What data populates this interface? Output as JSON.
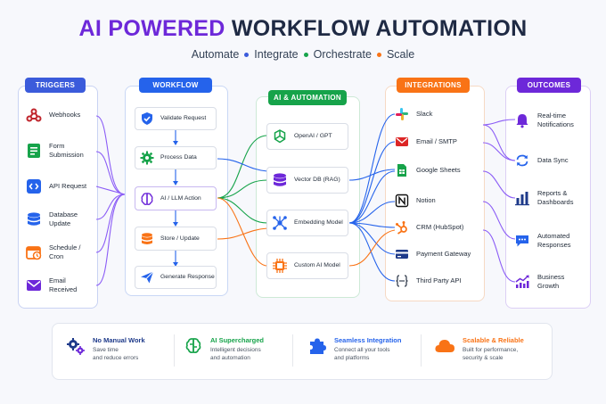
{
  "title": {
    "highlight": "AI POWERED",
    "rest": "WORKFLOW AUTOMATION"
  },
  "subtitle": [
    "Automate",
    "Integrate",
    "Orchestrate",
    "Scale"
  ],
  "colors": {
    "triggers": "#3b5bdb",
    "workflow": "#2563eb",
    "ai": "#16a34a",
    "integrations": "#f97316",
    "outcomes": "#6d28d9",
    "dots": [
      "#3b5bdb",
      "#16a34a",
      "#f97316"
    ]
  },
  "triggers": {
    "header": "TRIGGERS",
    "items": [
      {
        "label": "Webhooks",
        "icon": "webhook-icon"
      },
      {
        "label": "Form\nSubmission",
        "icon": "form-icon"
      },
      {
        "label": "API Request",
        "icon": "code-icon"
      },
      {
        "label": "Database\nUpdate",
        "icon": "database-icon"
      },
      {
        "label": "Schedule /\nCron",
        "icon": "calendar-icon"
      },
      {
        "label": "Email\nReceived",
        "icon": "email-icon"
      }
    ]
  },
  "workflow": {
    "header": "WORKFLOW",
    "items": [
      {
        "label": "Validate Request",
        "icon": "shield-check-icon"
      },
      {
        "label": "Process Data",
        "icon": "gear-icon"
      },
      {
        "label": "AI / LLM Action",
        "icon": "brain-icon"
      },
      {
        "label": "Store / Update",
        "icon": "database-icon"
      },
      {
        "label": "Generate Response",
        "icon": "paper-plane-icon"
      }
    ]
  },
  "ai": {
    "header": "AI & AUTOMATION",
    "items": [
      {
        "label": "OpenAI / GPT",
        "icon": "openai-icon"
      },
      {
        "label": "Vector DB (RAG)",
        "icon": "database-icon"
      },
      {
        "label": "Embedding Model",
        "icon": "network-icon"
      },
      {
        "label": "Custom AI Model",
        "icon": "chip-icon"
      }
    ]
  },
  "integrations": {
    "header": "INTEGRATIONS",
    "items": [
      {
        "label": "Slack",
        "icon": "slack-icon"
      },
      {
        "label": "Email / SMTP",
        "icon": "email-icon"
      },
      {
        "label": "Google Sheets",
        "icon": "sheets-icon"
      },
      {
        "label": "Notion",
        "icon": "notion-icon"
      },
      {
        "label": "CRM (HubSpot)",
        "icon": "hubspot-icon"
      },
      {
        "label": "Payment Gateway",
        "icon": "credit-card-icon"
      },
      {
        "label": "Third Party API",
        "icon": "braces-icon"
      }
    ]
  },
  "outcomes": {
    "header": "OUTCOMES",
    "items": [
      {
        "label": "Real-time\nNotifications",
        "icon": "bell-icon"
      },
      {
        "label": "Data Sync",
        "icon": "sync-icon"
      },
      {
        "label": "Reports &\nDashboards",
        "icon": "bar-chart-icon"
      },
      {
        "label": "Automated\nResponses",
        "icon": "chat-icon"
      },
      {
        "label": "Business\nGrowth",
        "icon": "growth-icon"
      }
    ]
  },
  "features": [
    {
      "title": "No Manual Work",
      "desc": "Save time\nand reduce errors",
      "icon": "gears-icon",
      "color": "#1e3a8a"
    },
    {
      "title": "AI Supercharged",
      "desc": "Intelligent decisions\nand automation",
      "icon": "ai-brain-icon",
      "color": "#16a34a"
    },
    {
      "title": "Seamless Integration",
      "desc": "Connect all your tools\nand platforms",
      "icon": "puzzle-icon",
      "color": "#2563eb"
    },
    {
      "title": "Scalable & Reliable",
      "desc": "Built for performance,\nsecurity & scale",
      "icon": "cloud-icon",
      "color": "#f97316"
    }
  ]
}
